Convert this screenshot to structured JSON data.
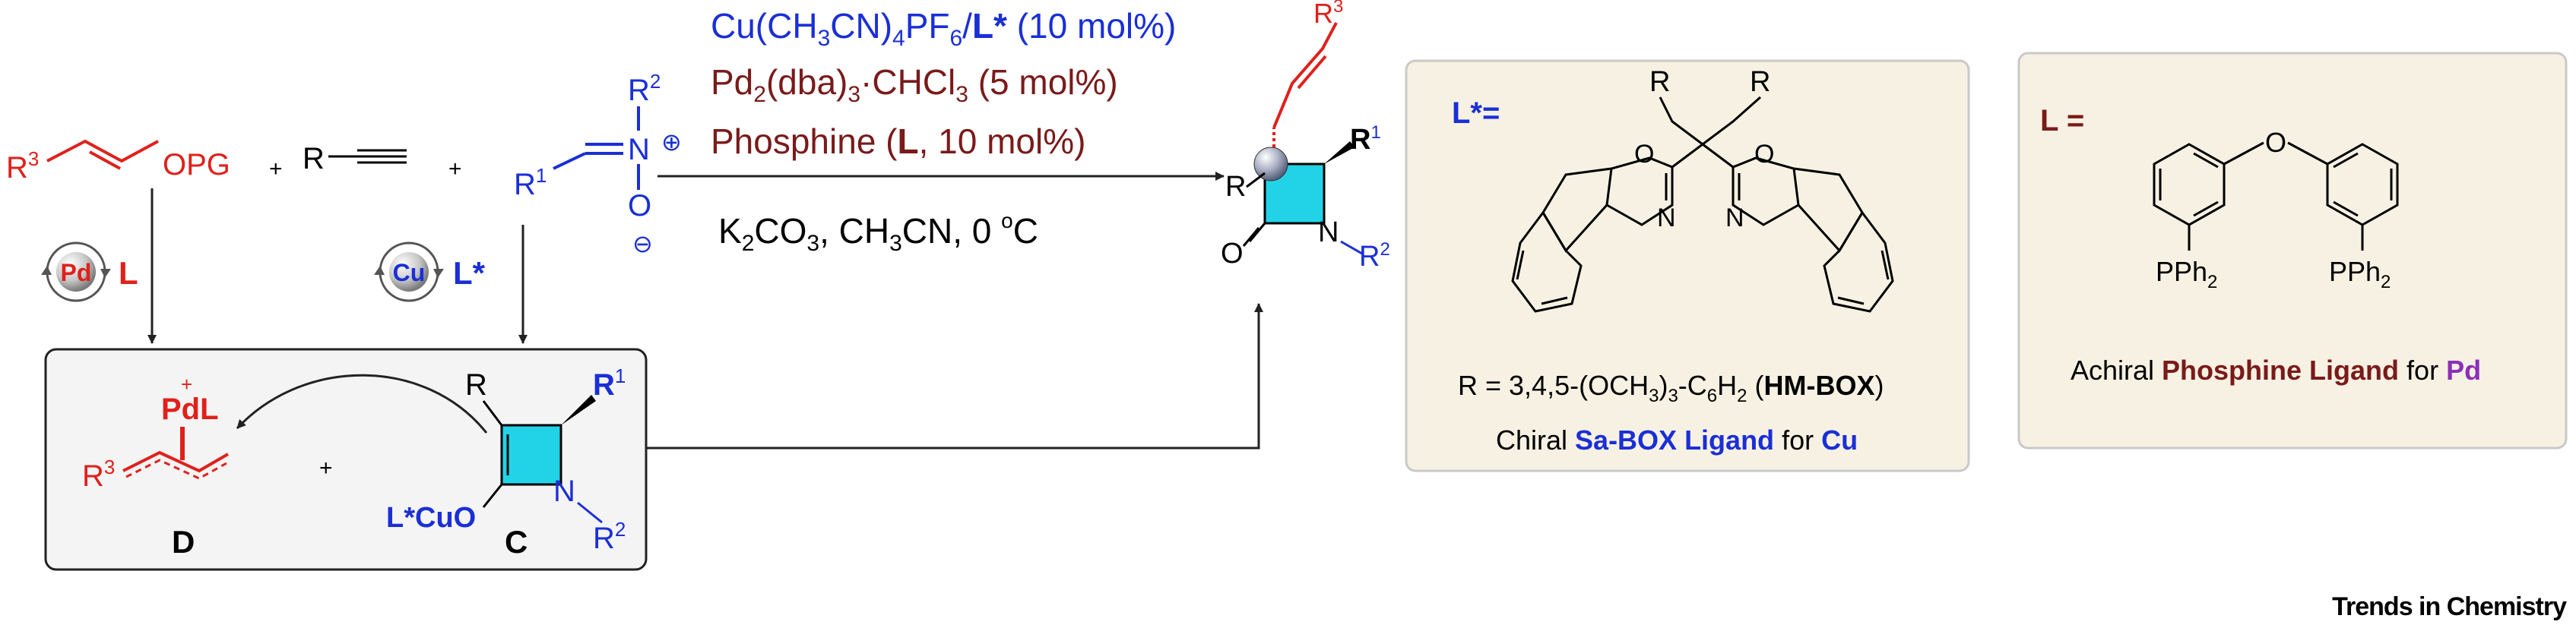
{
  "colors": {
    "red": "#e0201b",
    "blue": "#1a2fd6",
    "maroon": "#7a1a1a",
    "purple": "#8b2fb8",
    "black": "#000000",
    "cyan": "#22d3e8",
    "panel_fill": "#f6f1e2",
    "panel_stroke": "#c9c9c9",
    "box_fill": "#f4f4f4"
  },
  "conditions": {
    "line1_cu": "Cu(CH",
    "line1_sub3": "3",
    "line1_cn": "CN)",
    "line1_sub4": "4",
    "line1_pf": "PF",
    "line1_sub6": "6",
    "line1_slash": "/",
    "line1_L": "L*",
    "line1_tail": " (10 mol%)",
    "line2_pd": "Pd",
    "line2_sub2": "2",
    "line2_dba": "(dba)",
    "line2_sub3": "3",
    "line2_dot": "·CHCl",
    "line2_sub3b": "3",
    "line2_tail": " (5 mol%)",
    "line3_a": "Phosphine (",
    "line3_L": "L",
    "line3_b": ", 10 mol%)",
    "line4_k": "K",
    "line4_sub2": "2",
    "line4_co": "CO",
    "line4_sub3": "3",
    "line4_mid": ", CH",
    "line4_sub3b": "3",
    "line4_cn": "CN,  0 ",
    "line4_sup": "o",
    "line4_c": "C"
  },
  "reactant_allyl": {
    "r3": "R",
    "r3_sup": "3",
    "opg": "OPG",
    "plus": "+"
  },
  "reactant_alkyne": {
    "r": "R",
    "plus": "+"
  },
  "reactant_nitrone": {
    "r1": "R",
    "r1_sup": "1",
    "n": "N",
    "r2": "R",
    "r2_sup": "2",
    "plus_charge": "⊕",
    "o": "O",
    "minus_charge": "⊖"
  },
  "catalyst_pd": {
    "metal": "Pd",
    "ligand": "L"
  },
  "catalyst_cu": {
    "metal": "Cu",
    "ligand": "L*"
  },
  "intermediates": {
    "pdl_plus": "+",
    "pdl": "PdL",
    "d_r3": "R",
    "d_r3_sup": "3",
    "d_label": "D",
    "plus": "+",
    "c_r": "R",
    "c_r1": "R",
    "c_r1_sup": "1",
    "c_lcuo": "L*CuO",
    "c_n": "N",
    "c_r2": "R",
    "c_r2_sup": "2",
    "c_label": "C"
  },
  "product": {
    "r3": "R",
    "r3_sup": "3",
    "r": "R",
    "r1": "R",
    "r1_sup": "1",
    "o": "O",
    "n": "N",
    "r2": "R",
    "r2_sup": "2"
  },
  "panel_box": {
    "lstar": "L*=",
    "r_left": "R",
    "r_right": "R",
    "o_left": "O",
    "o_right": "O",
    "n_left": "N",
    "n_right": "N",
    "r_def_a": "R = 3,4,5-(OCH",
    "r_def_sub3": "3",
    "r_def_b": ")",
    "r_def_sub3b": "3",
    "r_def_c": "-C",
    "r_def_sub6": "6",
    "r_def_d": "H",
    "r_def_sub2": "2",
    "r_def_e": " (",
    "r_def_bold": "HM-BOX",
    "r_def_f": ")",
    "caption_a": "Chiral ",
    "caption_bold": "Sa-BOX Ligand",
    "caption_b": " for ",
    "caption_cu": "Cu"
  },
  "panel_l": {
    "l_eq": "L =",
    "o": "O",
    "pph_left": "PPh",
    "pph_left_sub": "2",
    "pph_right": "PPh",
    "pph_right_sub": "2",
    "caption_a": "Achiral ",
    "caption_bold": "Phosphine Ligand",
    "caption_b": " for ",
    "caption_pd": "Pd"
  },
  "footer": {
    "brand": "Trends in Chemistry"
  }
}
